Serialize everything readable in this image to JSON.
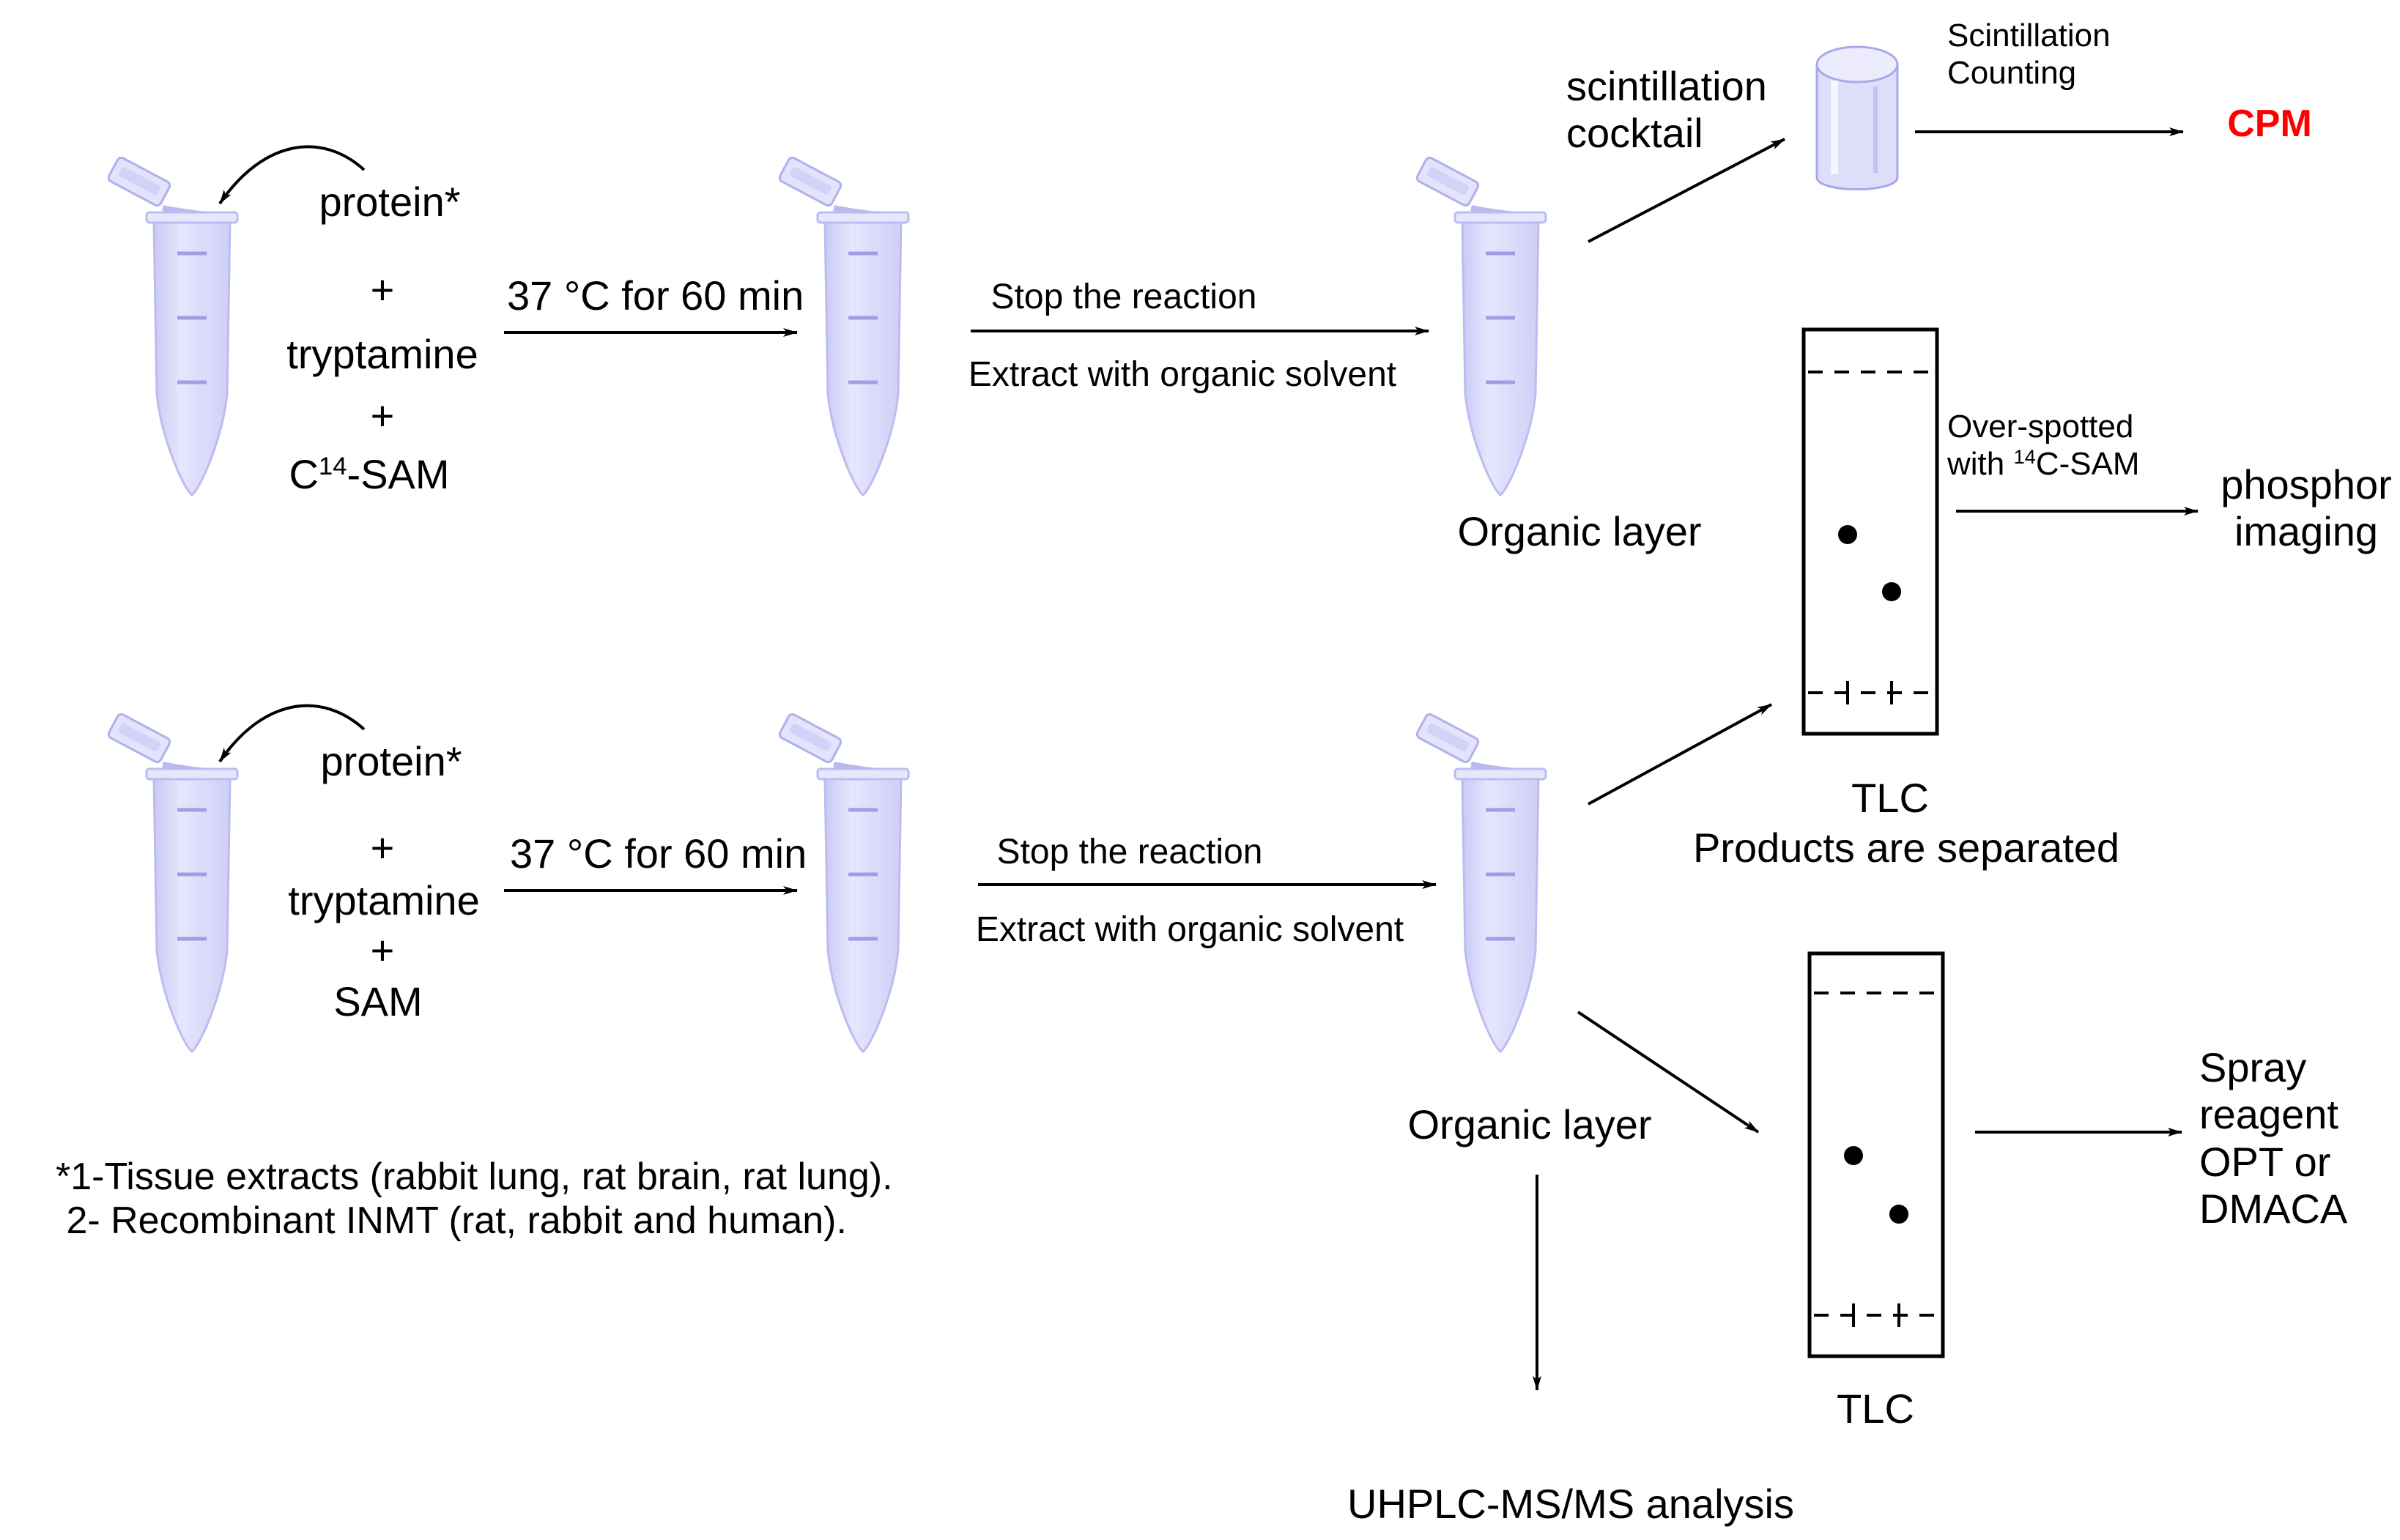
{
  "colors": {
    "tube_fill": "#dcdcfb",
    "tube_stroke": "#bcbcf0",
    "tube_mark": "#9e9ee6",
    "cpm": "#ff0000",
    "line": "#000000"
  },
  "row1": {
    "reagents": {
      "protein": "protein*",
      "plus1": "+",
      "tryptamine": "tryptamine",
      "plus2": "+",
      "sam_pre": "C",
      "sam_sup": "14",
      "sam_post": "-SAM"
    },
    "incubation": "37 °C for 60 min",
    "stop": "Stop the reaction",
    "extract": "Extract with organic solvent",
    "organic_layer": "Organic layer",
    "cocktail_line1": "scintillation",
    "cocktail_line2": "cocktail",
    "counting_line1": "Scintillation",
    "counting_line2": "Counting",
    "cpm": "CPM",
    "overspot_line1": "Over-spotted",
    "overspot_line2_pre": "with ",
    "overspot_line2_sup": "14",
    "overspot_line2_post": "C-SAM",
    "imaging_line1": "phosphor",
    "imaging_line2": "imaging"
  },
  "row2": {
    "reagents": {
      "protein": "protein*",
      "plus1": "+",
      "tryptamine": "tryptamine",
      "plus2": "+",
      "sam": "SAM"
    },
    "incubation": "37 °C for 60 min",
    "stop": "Stop the reaction",
    "extract": "Extract with organic solvent",
    "organic_layer": "Organic layer",
    "uhplc": "UHPLC-MS/MS analysis"
  },
  "tlc1": {
    "label": "TLC",
    "caption": "Products are separated",
    "origin_marks": "-I- +"
  },
  "tlc2": {
    "label": "TLC",
    "origin_marks": "-I- +"
  },
  "spray": {
    "line1": "Spray",
    "line2": "reagent",
    "line3": "OPT or",
    "line4": "DMACA"
  },
  "footnote": {
    "line1": "*1-Tissue extracts  (rabbit lung, rat brain, rat lung).",
    "line2": " 2- Recombinant INMT (rat, rabbit and human)."
  }
}
